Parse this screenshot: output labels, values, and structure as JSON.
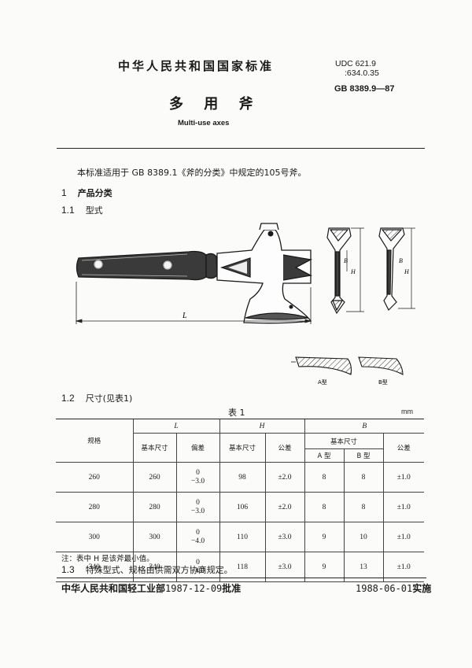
{
  "header": {
    "standard_title": "中华人民共和国国家标准",
    "udc_line1": "UDC 621.9",
    "udc_line2": ":634.0.35",
    "gb_number": "GB 8389.9—87"
  },
  "title": {
    "zh": "多 用 斧",
    "en": "Multi-use axes"
  },
  "intro": "本标准适用于 GB 8389.1《斧的分类》中规定的105号斧。",
  "section1": {
    "num": "1",
    "label": "产品分类"
  },
  "section1_1": {
    "num": "1.1",
    "label": "型式"
  },
  "figure": {
    "label_L": "L",
    "label_B": "B",
    "label_H": "H",
    "label_typeA": "A型",
    "label_typeB": "B型"
  },
  "section1_2": {
    "num": "1.2",
    "label": "尺寸(见表1)"
  },
  "table": {
    "caption": "表 1",
    "unit": "mm",
    "col_spec": "规格",
    "group_L": "L",
    "group_H": "H",
    "group_B": "B",
    "h_basic": "基本尺寸",
    "h_dev": "偏差",
    "h_tol": "公差",
    "h_typeA": "A 型",
    "h_typeB": "B 型",
    "rows": [
      {
        "spec": "260",
        "L": "260",
        "dev_up": "0",
        "dev_low": "−3.0",
        "H": "98",
        "H_tol": "±2.0",
        "B_A": "8",
        "B_B": "8",
        "B_tol": "±1.0"
      },
      {
        "spec": "280",
        "L": "280",
        "dev_up": "0",
        "dev_low": "−3.0",
        "H": "106",
        "H_tol": "±2.0",
        "B_A": "8",
        "B_B": "8",
        "B_tol": "±1.0"
      },
      {
        "spec": "300",
        "L": "300",
        "dev_up": "0",
        "dev_low": "−4.0",
        "H": "110",
        "H_tol": "±3.0",
        "B_A": "9",
        "B_B": "10",
        "B_tol": "±1.0"
      },
      {
        "spec": "340",
        "L": "340",
        "dev_up": "0",
        "dev_low": "−4.0",
        "H": "118",
        "H_tol": "±3.0",
        "B_A": "9",
        "B_B": "13",
        "B_tol": "±1.0"
      }
    ],
    "note": "注：表中 H 是该斧最小值。"
  },
  "section1_3": {
    "num": "1.3",
    "label": "特殊型式、规格由供需双方协商规定。"
  },
  "footer": {
    "issuer": "中华人民共和国轻工业部",
    "approve_date": "1987-12-09",
    "approve_word": "批准",
    "effective_date": "1988-06-01",
    "effective_word": "实施"
  }
}
